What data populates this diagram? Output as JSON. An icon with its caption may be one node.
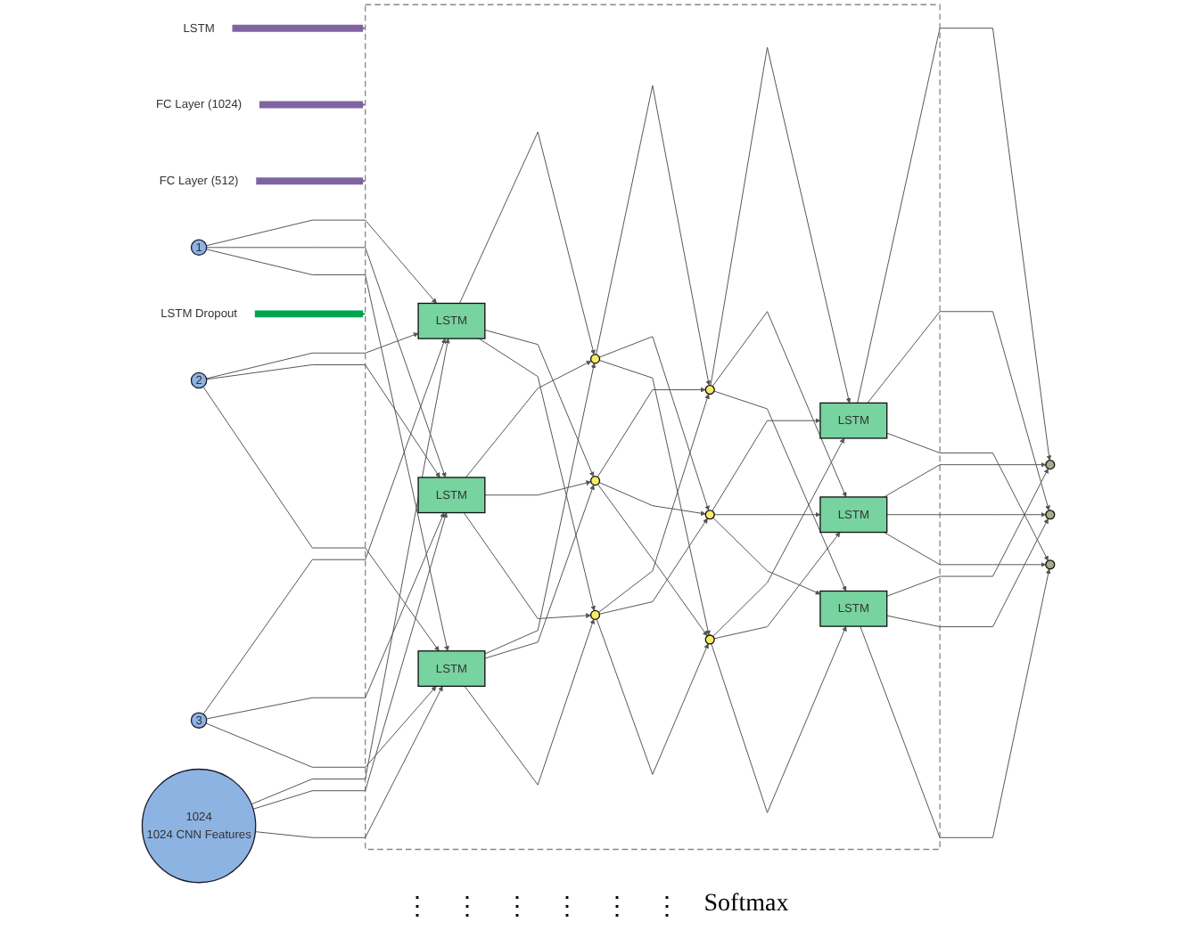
{
  "diagram": {
    "nodes": [
      {
        "text": [
          "LSTM"
        ]
      },
      {
        "text": [
          "FC Layer (1024)"
        ]
      },
      {
        "text": [
          "FC Layer (512)"
        ]
      },
      {
        "text": [
          "LSTM Dropout"
        ]
      },
      {
        "text": [],
        "shape": "box"
      },
      {
        "text": [
          "1"
        ]
      },
      {
        "text": [
          "2"
        ]
      },
      {
        "text": [
          "3"
        ]
      },
      {
        "text": [
          "1024",
          "1024 CNN Features"
        ]
      },
      {
        "text": [
          "LSTM"
        ],
        "in": 4
      },
      {
        "text": [
          "LSTM"
        ],
        "in": 4
      },
      {
        "text": [
          "LSTM"
        ],
        "in": 4
      },
      {
        "text": [],
        "shape": "circle",
        "in": 4
      },
      {
        "text": [],
        "shape": "circle",
        "in": 4
      },
      {
        "text": [],
        "shape": "circle",
        "in": 4
      },
      {
        "text": [],
        "shape": "circle",
        "in": 4
      },
      {
        "text": [],
        "shape": "circle",
        "in": 4
      },
      {
        "text": [],
        "shape": "circle",
        "in": 4
      },
      {
        "text": [
          "LSTM"
        ],
        "in": 4
      },
      {
        "text": [
          "LSTM"
        ],
        "in": 4
      },
      {
        "text": [
          "LSTM"
        ],
        "in": 4
      },
      {
        "text": [],
        "shape": "circle"
      },
      {
        "text": [],
        "shape": "circle"
      },
      {
        "text": [],
        "shape": "circle"
      }
    ],
    "edges": [
      {
        "from": 0,
        "to": 4,
        "arrow": "to",
        "style": "thick",
        "color": "#8064a2"
      },
      {
        "from": 1,
        "to": 4,
        "arrow": "to",
        "style": "thick",
        "color": "#8064a2"
      },
      {
        "from": 2,
        "to": 4,
        "arrow": "to",
        "style": "thick",
        "color": "#8064a2"
      },
      {
        "from": 3,
        "to": 4,
        "arrow": "to",
        "style": "thick",
        "color": "#00a550"
      },
      {
        "from": 5,
        "to": 9,
        "arrow": "to"
      },
      {
        "from": 5,
        "to": 10,
        "arrow": "to"
      },
      {
        "from": 5,
        "to": 11,
        "arrow": "to"
      },
      {
        "from": 6,
        "to": 9,
        "arrow": "to"
      },
      {
        "from": 6,
        "to": 10,
        "arrow": "to"
      },
      {
        "from": 6,
        "to": 11,
        "arrow": "to"
      },
      {
        "from": 7,
        "to": 9,
        "arrow": "to"
      },
      {
        "from": 7,
        "to": 10,
        "arrow": "to"
      },
      {
        "from": 7,
        "to": 11,
        "arrow": "to"
      },
      {
        "from": 8,
        "to": 9,
        "arrow": "to"
      },
      {
        "from": 8,
        "to": 10,
        "arrow": "to"
      },
      {
        "from": 8,
        "to": 11,
        "arrow": "to"
      },
      {
        "from": 9,
        "to": 12,
        "arrow": "to"
      },
      {
        "from": 9,
        "to": 13,
        "arrow": "to"
      },
      {
        "from": 9,
        "to": 14,
        "arrow": "to"
      },
      {
        "from": 10,
        "to": 12,
        "arrow": "to"
      },
      {
        "from": 10,
        "to": 13,
        "arrow": "to"
      },
      {
        "from": 10,
        "to": 14,
        "arrow": "to"
      },
      {
        "from": 11,
        "to": 12,
        "arrow": "to"
      },
      {
        "from": 11,
        "to": 13,
        "arrow": "to"
      },
      {
        "from": 11,
        "to": 14,
        "arrow": "to"
      },
      {
        "from": 12,
        "to": 15,
        "arrow": "to"
      },
      {
        "from": 12,
        "to": 16,
        "arrow": "to"
      },
      {
        "from": 12,
        "to": 17,
        "arrow": "to"
      },
      {
        "from": 13,
        "to": 15,
        "arrow": "to"
      },
      {
        "from": 13,
        "to": 16,
        "arrow": "to"
      },
      {
        "from": 13,
        "to": 17,
        "arrow": "to"
      },
      {
        "from": 14,
        "to": 15,
        "arrow": "to"
      },
      {
        "from": 14,
        "to": 16,
        "arrow": "to"
      },
      {
        "from": 14,
        "to": 17,
        "arrow": "to"
      },
      {
        "from": 15,
        "to": 18,
        "arrow": "to"
      },
      {
        "from": 15,
        "to": 19,
        "arrow": "to"
      },
      {
        "from": 15,
        "to": 20,
        "arrow": "to"
      },
      {
        "from": 16,
        "to": 18,
        "arrow": "to"
      },
      {
        "from": 16,
        "to": 19,
        "arrow": "to"
      },
      {
        "from": 16,
        "to": 20,
        "arrow": "to"
      },
      {
        "from": 17,
        "to": 18,
        "arrow": "to"
      },
      {
        "from": 17,
        "to": 19,
        "arrow": "to"
      },
      {
        "from": 17,
        "to": 20,
        "arrow": "to"
      },
      {
        "from": 18,
        "to": 21,
        "arrow": "to"
      },
      {
        "from": 18,
        "to": 22,
        "arrow": "to"
      },
      {
        "from": 18,
        "to": 23,
        "arrow": "to"
      },
      {
        "from": 19,
        "to": 21,
        "arrow": "to"
      },
      {
        "from": 19,
        "to": 22,
        "arrow": "to"
      },
      {
        "from": 19,
        "to": 23,
        "arrow": "to"
      },
      {
        "from": 20,
        "to": 21,
        "arrow": "to"
      },
      {
        "from": 20,
        "to": 22,
        "arrow": "to"
      },
      {
        "from": 20,
        "to": 23,
        "arrow": "to"
      }
    ],
    "labels": [
      "⋮",
      "⋮",
      "⋮",
      "⋮",
      "⋮",
      "⋮",
      "Softmax"
    ]
  }
}
